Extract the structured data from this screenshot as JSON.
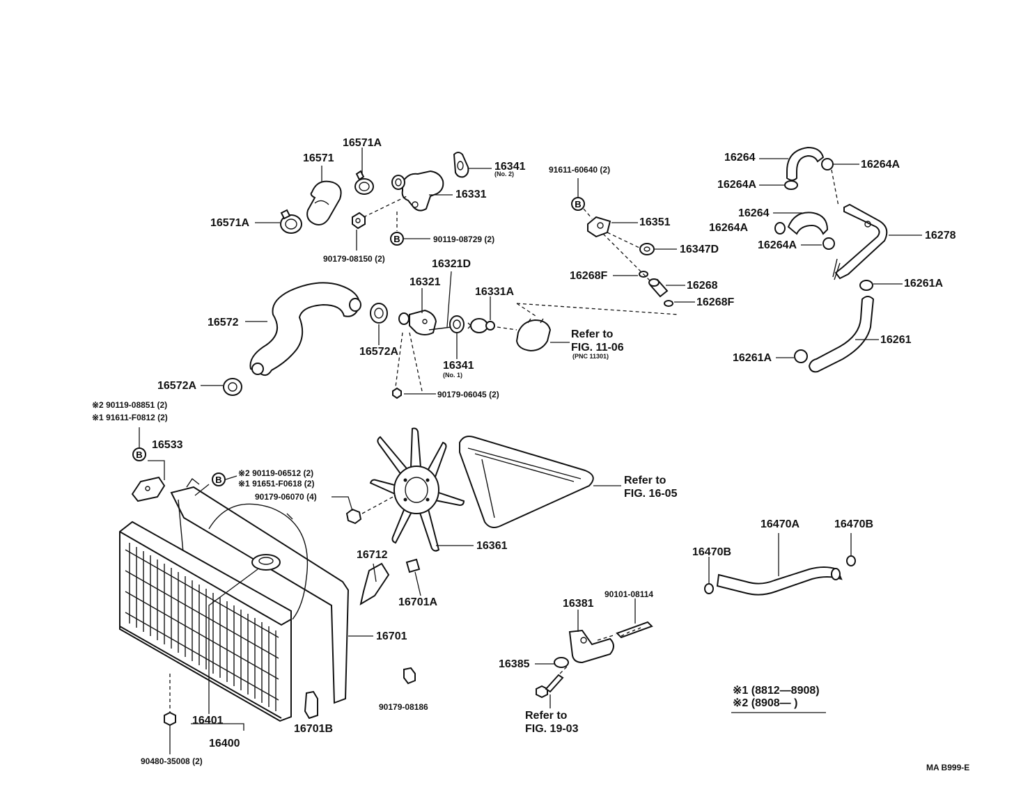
{
  "labels": {
    "p16571": "16571",
    "p16571A_top": "16571A",
    "p16571A_left": "16571A",
    "p16341_top": "16341",
    "p16341_top_note": "(No. 2)",
    "p16331": "16331",
    "p90179_08150": "90179-08150 (2)",
    "p90119_08729": "90119-08729 (2)",
    "p91611_60640": "91611-60640 (2)",
    "p16351": "16351",
    "p16347D": "16347D",
    "p16268F_a": "16268F",
    "p16268": "16268",
    "p16268F_b": "16268F",
    "p16264_a": "16264",
    "p16264A_a": "16264A",
    "p16264A_b": "16264A",
    "p16264_b": "16264",
    "p16264A_c": "16264A",
    "p16264A_d": "16264A",
    "p16278": "16278",
    "p16261A_a": "16261A",
    "p16261": "16261",
    "p16261A_b": "16261A",
    "p16321D": "16321D",
    "p16321": "16321",
    "p16331A": "16331A",
    "p16572": "16572",
    "p16572A_a": "16572A",
    "p16572A_b": "16572A",
    "p16341_bot": "16341",
    "p16341_bot_note": "(No. 1)",
    "ref1106_a": "Refer to",
    "ref1106_b": "FIG. 11-06",
    "ref1106_c": "(PNC 11301)",
    "p90179_06045": "90179-06045 (2)",
    "m2_90119_08851": "※2 90119-08851 (2)",
    "m1_91611_F0812": "※1 91611-F0812 (2)",
    "p16533": "16533",
    "m2_90119_06512": "※2 90119-06512 (2)",
    "m1_91651_F0618": "※1 91651-F0618 (2)",
    "p90179_06070": "90179-06070 (4)",
    "ref1605_a": "Refer to",
    "ref1605_b": "FIG. 16-05",
    "p16361": "16361",
    "p16712": "16712",
    "p16701A": "16701A",
    "p16701": "16701",
    "p16401": "16401",
    "p16400": "16400",
    "p16701B": "16701B",
    "p90179_08186": "90179-08186",
    "p90480_35008": "90480-35008 (2)",
    "p16470A": "16470A",
    "p16470B_a": "16470B",
    "p16470B_b": "16470B",
    "p16381": "16381",
    "p90101_08114": "90101-08114",
    "p16385": "16385",
    "ref1903_a": "Refer to",
    "ref1903_b": "FIG. 19-03",
    "note1": "※1 (8812—8908)",
    "note2": "※2 (8908—      )",
    "code": "MA B999-E"
  },
  "callouts": {
    "b": "B"
  }
}
